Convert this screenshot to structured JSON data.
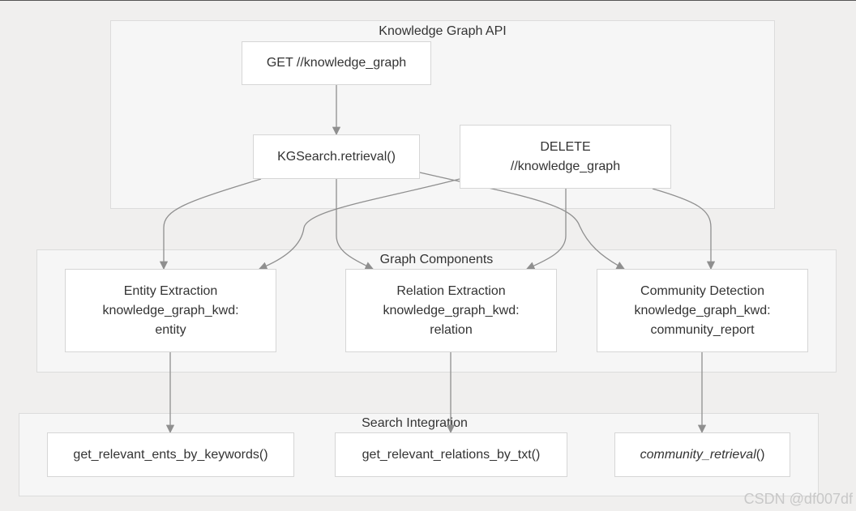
{
  "groups": {
    "api": {
      "label": "Knowledge Graph API"
    },
    "components": {
      "label": "Graph Components"
    },
    "search": {
      "label": "Search Integration"
    }
  },
  "nodes": {
    "get_kg": {
      "lines": [
        "GET //knowledge_graph"
      ]
    },
    "kgsearch": {
      "lines": [
        "KGSearch.retrieval()"
      ]
    },
    "delete_kg": {
      "lines": [
        "DELETE",
        "//knowledge_graph"
      ]
    },
    "entity": {
      "lines": [
        "Entity Extraction",
        "knowledge_graph_kwd:",
        "entity"
      ]
    },
    "relation": {
      "lines": [
        "Relation Extraction",
        "knowledge_graph_kwd:",
        "relation"
      ]
    },
    "community": {
      "lines": [
        "Community Detection",
        "knowledge_graph_kwd:",
        "community_report"
      ]
    },
    "ents_kw": {
      "lines": [
        "get_relevant_ents_by_keywords()"
      ]
    },
    "rel_txt": {
      "lines": [
        "get_relevant_relations_by_txt()"
      ]
    },
    "comm_ret": {
      "name_italic": "community_retrieval",
      "suffix": "()"
    }
  },
  "edges": [
    {
      "from": "get_kg",
      "to": "kgsearch"
    },
    {
      "from": "kgsearch",
      "to": "entity"
    },
    {
      "from": "kgsearch",
      "to": "relation"
    },
    {
      "from": "kgsearch",
      "to": "community"
    },
    {
      "from": "delete_kg",
      "to": "entity"
    },
    {
      "from": "delete_kg",
      "to": "relation"
    },
    {
      "from": "delete_kg",
      "to": "community"
    },
    {
      "from": "entity",
      "to": "ents_kw"
    },
    {
      "from": "relation",
      "to": "rel_txt"
    },
    {
      "from": "community",
      "to": "comm_ret"
    }
  ],
  "colors": {
    "background": "#f0efee",
    "group_fill": "#f6f6f6",
    "node_fill": "#ffffff",
    "edge": "#8f8f8f",
    "text": "#333333"
  },
  "watermark": "CSDN @df007df"
}
